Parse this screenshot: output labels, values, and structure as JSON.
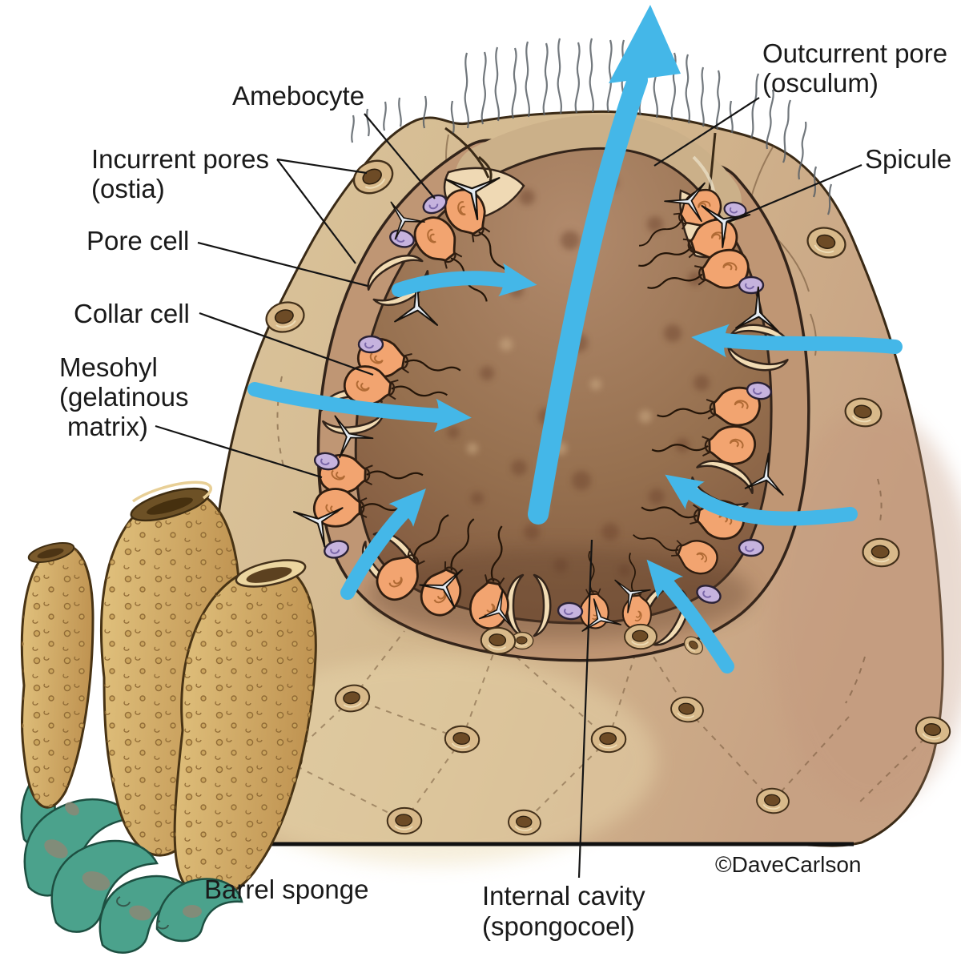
{
  "labels": {
    "amebocyte": "Amebocyte",
    "incurrent_pores": {
      "line1": "Incurrent pores",
      "line2": "(ostia)"
    },
    "pore_cell": "Pore cell",
    "collar_cell": "Collar cell",
    "mesohyl": {
      "line1": "Mesohyl",
      "line2": "(gelatinous",
      "line3": "matrix)"
    },
    "outcurrent_pore": {
      "line1": "Outcurrent pore",
      "line2": "(osculum)"
    },
    "spicule": "Spicule",
    "internal_cavity": {
      "line1": "Internal cavity",
      "line2": "(spongocoel)"
    },
    "barrel_sponge": "Barrel sponge",
    "copyright": "©DaveCarlson"
  },
  "colors": {
    "arrow_blue": "#44b7e8",
    "body_tan": "#d5bd92",
    "rim_strip": "#cbb089",
    "cavity_brown": "#96704f",
    "mesohyl_brown": "#bf9674",
    "pore_cell_cream": "#f2dcb4",
    "collar_cell_orange": "#f2a470",
    "amebocyte_purple": "#c6b3de",
    "spicule_white": "#e4ebf2",
    "small_sponge_gold": "#d6b36c",
    "seaweed_teal": "#4ba28c",
    "label_black": "#1a1a1a"
  }
}
